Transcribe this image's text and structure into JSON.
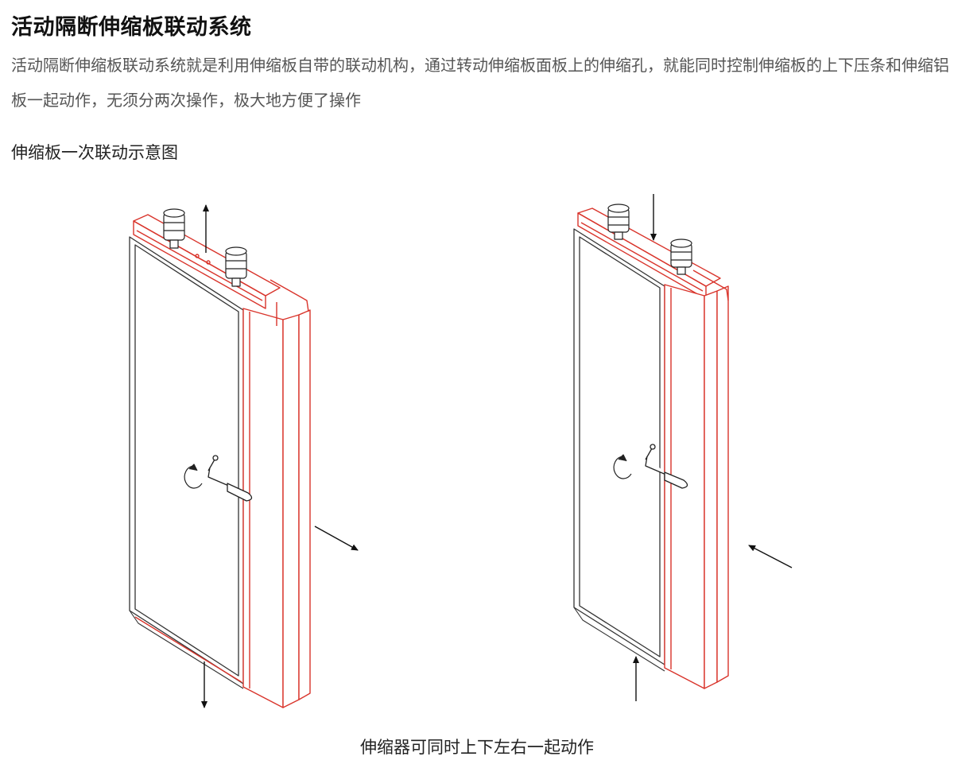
{
  "title": "活动隔断伸缩板联动系统",
  "description": "活动隔断伸缩板联动系统就是利用伸缩板自带的联动机构，通过转动伸缩板面板上的伸缩孔，就能同时控制伸缩板的上下压条和伸缩铝板一起动作，无须分两次操作，极大地方便了操作",
  "subtitle": "伸缩板一次联动示意图",
  "caption": "伸缩器可同时上下左右一起动作",
  "colors": {
    "outline": "#333333",
    "highlight": "#d9342b",
    "text": "#222222"
  },
  "icons": [
    "rotate-arrow-icon",
    "crank-handle-icon",
    "roller-icon"
  ]
}
